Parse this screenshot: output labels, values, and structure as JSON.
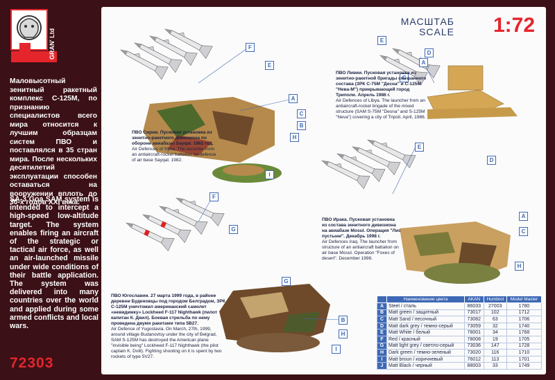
{
  "brand": {
    "name": "GRAN' Ltd"
  },
  "left_panel": {
    "ru_description": "Маловысотный зенитный ракетный комплекс С-125М, по признанию специалистов всего мира относится к лучшим образцам систем ПВО и поставлялся в 35 стран мира. После нескольких десятилетий эксплуатации способен оставаться на вооружении вплоть до 30-х годов XXI века.",
    "en_description": "SA-3 Goa SAM system is intended to intercept a high-speed low-altitude target. The system enables firing an aircraft of the strategic or tactical air force, as well an air-launched missile under wide conditions of their battle application. The system was delivered into many countries over the world and applied during some armed conflicts and local wars.",
    "kit_number": "72303"
  },
  "scale": {
    "word_ru": "МАСШТАБ",
    "word_en": "SCALE",
    "value": "1:72"
  },
  "captions": {
    "libya": {
      "title": "ПВО Ливии. Пусковая установка из зенитно-ракетной бригады смешанного состава (ЗРК С-75М \"Десна\" и С-125М \"Нева-М\") прикрывающей город Триполи. Апрель 1986 г.",
      "text": "Air Defences of Libya. The launcher from an antiaircraft-rocket brigade of the mixed structure (SAM S-75M \"Desna\" and S-125M \"Neva\") covering a city of Tripoli. April, 1986."
    },
    "syria": {
      "title": "ПВО Сирии. Пусковая установка из зенитно-ракетного дивизиона по обороне авиабазы Sayqal. 1982 год.",
      "text": "Air Defences of Syria. The launcher from an antiaircraft-rocket battalion on defence of air base Sayqal. 1982."
    },
    "iraq": {
      "title": "ПВО Ирака. Пусковая установка из состава зенитного дивизиона на авиабазе Mosul. Операция \"Лис пустыни\". Декабрь 1998 г.",
      "text": "Air Defences Iraq. The launcher from structure of an antiaircraft battalion on air base Mosul. Operation \"Foxes of desert\". December 1998."
    },
    "yugoslavia": {
      "title": "ПВО Югославии. 27 марта 1999 года, в районе деревни Буденовцы под городом Белградом, ЗРК С-125М уничтожил американский самолет «невидимку» Lockheed F-117 Nighthawk (пилот капитан К. Двил). Боевая стрельба по нему проведена двумя ракетами типа 5В27.",
      "text": "Air Defence of Yugoslavia. On March, 27th, 1999, around village Budanovtsy under the city of Belgrad, SAM S-125M has destroyed the American plane \"invisible being\" Lockheed F-117 Nighthawk (the pilot captain K. Dvill). Fighting shooting on it is spent by two rockets of type 5V27."
    }
  },
  "paint_table": {
    "headers": [
      "",
      "Наименование цвета",
      "AKAN",
      "Humbrol",
      "Model Master"
    ],
    "rows": [
      {
        "letter": "A",
        "name": "Steel / сталь",
        "akan": "86033",
        "humbrol": "27003",
        "mm": "1780"
      },
      {
        "letter": "B",
        "name": "Matt green / защитный",
        "akan": "73017",
        "humbrol": "102",
        "mm": "1712"
      },
      {
        "letter": "C",
        "name": "Matt Sand / песочный",
        "akan": "73082",
        "humbrol": "63",
        "mm": "1706"
      },
      {
        "letter": "D",
        "name": "Matt dark grey / темно-серый",
        "akan": "73059",
        "humbrol": "32",
        "mm": "1740"
      },
      {
        "letter": "E",
        "name": "Matt White / белый",
        "akan": "78001",
        "humbrol": "34",
        "mm": "1768"
      },
      {
        "letter": "F",
        "name": "Red / красный",
        "akan": "78008",
        "humbrol": "19",
        "mm": "1705"
      },
      {
        "letter": "G",
        "name": "Matt light grey / светло-серый",
        "akan": "73036",
        "humbrol": "147",
        "mm": "1728"
      },
      {
        "letter": "H",
        "name": "Dark green / темно-зеленый",
        "akan": "73020",
        "humbrol": "116",
        "mm": "1710"
      },
      {
        "letter": "I",
        "name": "Matt broun / коричневый",
        "akan": "76012",
        "humbrol": "113",
        "mm": "1701"
      },
      {
        "letter": "J",
        "name": "Matt Black / черный",
        "akan": "88003",
        "humbrol": "33",
        "mm": "1749"
      }
    ]
  },
  "colors": {
    "background": "#3b1016",
    "accent_red": "#e4262c",
    "table_blue": "#3d68b5",
    "sheet": "#fbfbfb"
  }
}
